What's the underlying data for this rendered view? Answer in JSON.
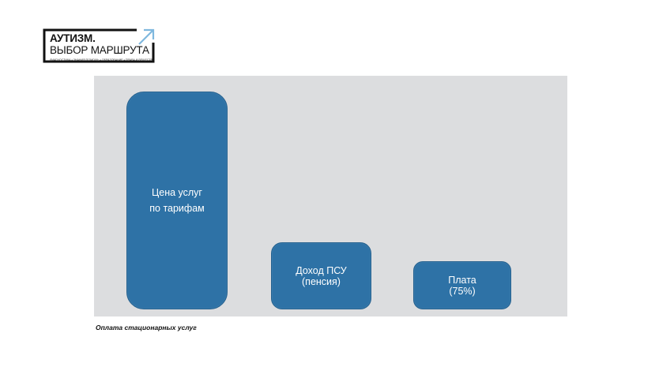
{
  "logo": {
    "title_line1": "АУТИЗМ.",
    "title_line2": "ВЫБОР МАРШРУТА",
    "tagline": "ДИАГНОСТИКА • ЗНАНИЯ ПОМОЩЬ • ОБРАЗОВАНИЕ • ПРАВА И ВЕЩЕСТВ",
    "arrow_icon": "arrow-up-right-icon",
    "frame_color": "#111111",
    "arrow_color": "#7fb8de"
  },
  "diagram": {
    "panel_color": "#dcdddf",
    "box_color": "#2e72a6",
    "boxes": [
      {
        "line1": "Цена услуг",
        "line2": "по тарифам"
      },
      {
        "line1": "Доход ПСУ",
        "line2": "(пенсия)"
      },
      {
        "line1": "Плата",
        "line2": "(75%)"
      }
    ]
  },
  "caption": "Оплата стационарных услуг"
}
